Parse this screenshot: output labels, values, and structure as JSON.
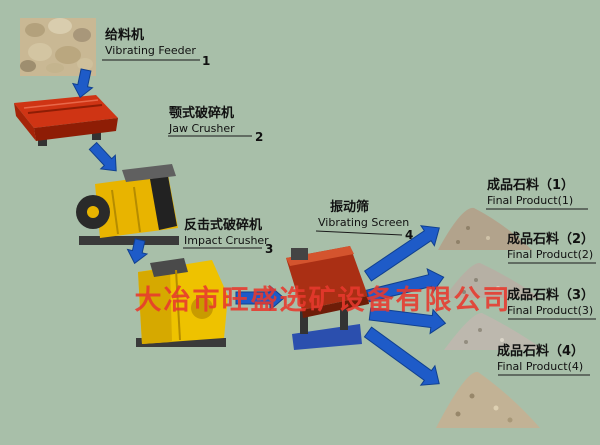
{
  "watermark": "大冶市旺盛选矿设备有限公司",
  "nodes": {
    "feeder": {
      "cn": "给料机",
      "en": "Vibrating Feeder",
      "num": "1"
    },
    "jaw": {
      "cn": "颚式破碎机",
      "en": "Jaw Crusher",
      "num": "2"
    },
    "impact": {
      "cn": "反击式破碎机",
      "en": "Impact Crusher",
      "num": "3"
    },
    "screen": {
      "cn": "振动筛",
      "en": "Vibrating Screen",
      "num": "4"
    },
    "product1": {
      "cn": "成品石料（1）",
      "en": "Final Product(1)"
    },
    "product2": {
      "cn": "成品石料（2）",
      "en": "Final Product(2)"
    },
    "product3": {
      "cn": "成品石料（3）",
      "en": "Final Product(3)"
    },
    "product4": {
      "cn": "成品石料（4）",
      "en": "Final Product(4)"
    }
  },
  "flow": [
    "feeder",
    "jaw",
    "impact",
    "screen",
    "product1",
    "product2",
    "product3",
    "product4"
  ],
  "colors": {
    "background": "#a8bfa9",
    "arrow": "#1e5bc8",
    "watermark_red": "#e8392e",
    "feeder_red": "#cf3414",
    "machine_yellow": "#e8b400",
    "screen_base_blue": "#2b4fae"
  }
}
